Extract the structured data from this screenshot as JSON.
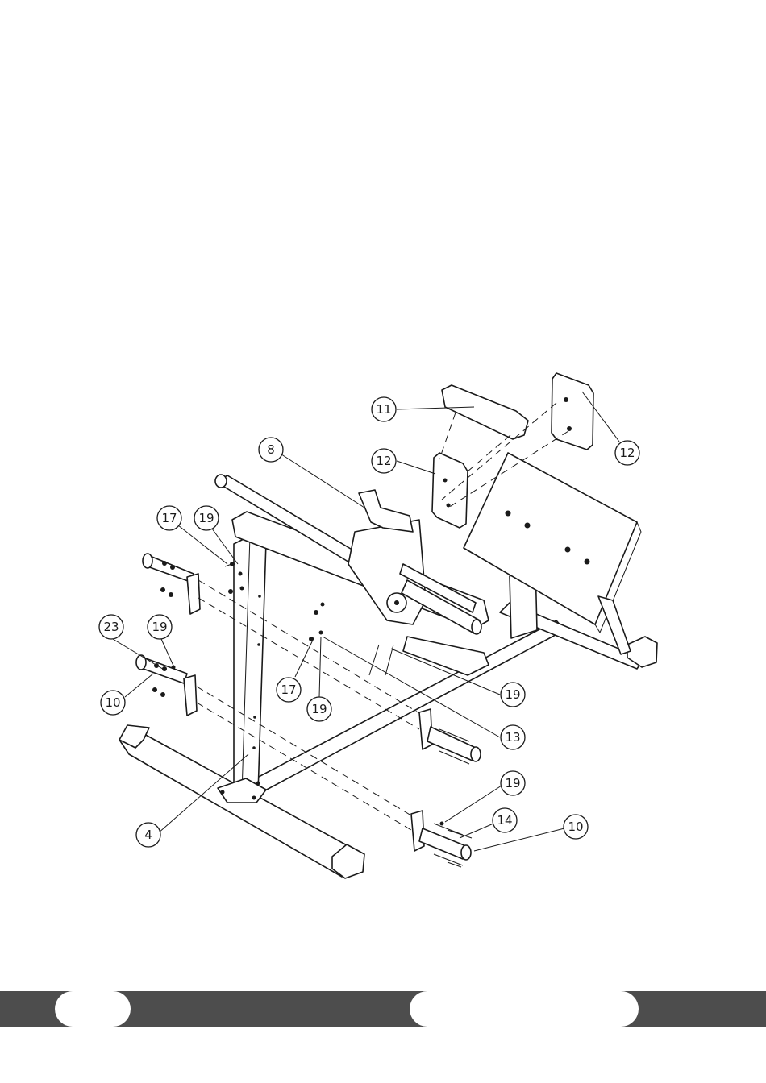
{
  "diagram": {
    "callouts": [
      {
        "id": "c11",
        "label": "11"
      },
      {
        "id": "c12a",
        "label": "12"
      },
      {
        "id": "c12b",
        "label": "12"
      },
      {
        "id": "c8",
        "label": "8"
      },
      {
        "id": "c17a",
        "label": "17"
      },
      {
        "id": "c19a",
        "label": "19"
      },
      {
        "id": "c23",
        "label": "23"
      },
      {
        "id": "c19b",
        "label": "19"
      },
      {
        "id": "c10a",
        "label": "10"
      },
      {
        "id": "c17b",
        "label": "17"
      },
      {
        "id": "c19c",
        "label": "19"
      },
      {
        "id": "c19d",
        "label": "19"
      },
      {
        "id": "c13",
        "label": "13"
      },
      {
        "id": "c19e",
        "label": "19"
      },
      {
        "id": "c14",
        "label": "14"
      },
      {
        "id": "c10b",
        "label": "10"
      },
      {
        "id": "c4",
        "label": "4"
      }
    ]
  },
  "footer": {
    "bar_color": "#4d4d4d",
    "left_page_number": "",
    "right_label": ""
  }
}
